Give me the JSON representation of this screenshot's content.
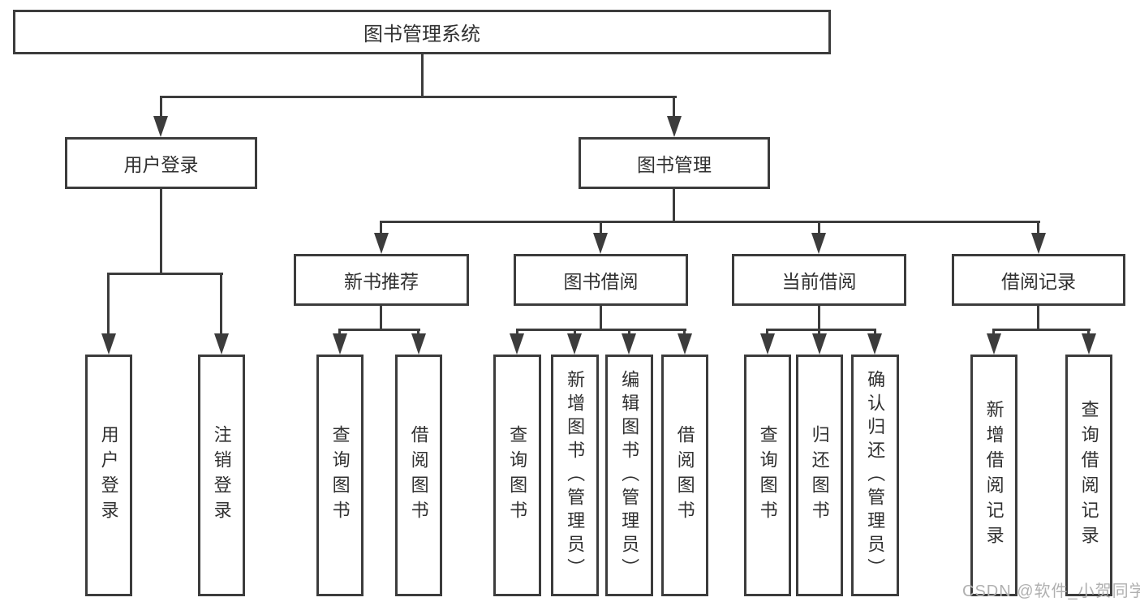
{
  "title": {
    "label": "图书管理系统"
  },
  "level2": {
    "user_login": {
      "label": "用户登录"
    },
    "book_mgmt": {
      "label": "图书管理"
    }
  },
  "level3": {
    "new_book_rec": {
      "label": "新书推荐"
    },
    "book_borrow": {
      "label": "图书借阅"
    },
    "current_borrow": {
      "label": "当前借阅"
    },
    "borrow_records": {
      "label": "借阅记录"
    }
  },
  "level4": {
    "user_login": [
      "用户登录",
      "注销登录"
    ],
    "new_book_rec": [
      "查询图书",
      "借阅图书"
    ],
    "book_borrow": [
      "查询图书",
      "新增图书（管理员）",
      "编辑图书（管理员）",
      "借阅图书"
    ],
    "current_borrow": [
      "查询图书",
      "归还图书",
      "确认归还（管理员）"
    ],
    "borrow_records": [
      "新增借阅记录",
      "查询借阅记录"
    ]
  },
  "watermark": {
    "label": "CSDN @软件_小贺同学"
  },
  "colors": {
    "line": "#3c3c3c",
    "text": "#303030",
    "watermark": "#b0b0b0",
    "background": "#ffffff"
  }
}
